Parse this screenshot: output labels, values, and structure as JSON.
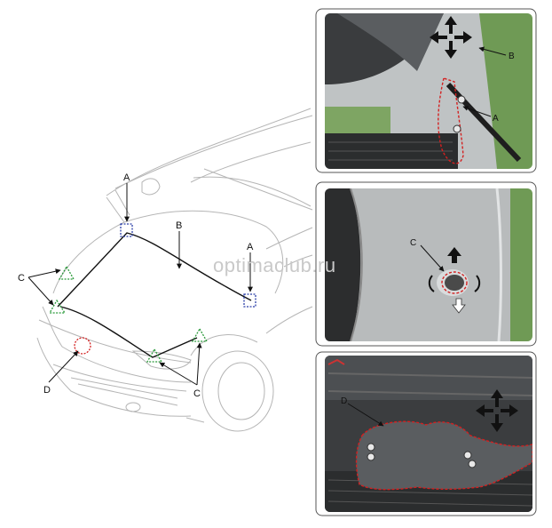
{
  "watermark": "optimaclub.ru",
  "main_labels": {
    "a_top": "A",
    "b": "B",
    "a_right": "A",
    "c_left": "C",
    "d": "D",
    "c_bottom": "C"
  },
  "panel1": {
    "label_b": "B",
    "label_a": "A"
  },
  "panel2": {
    "label_c": "C"
  },
  "panel3": {
    "label_d": "D"
  },
  "colors": {
    "marker_a": "#2a3fa8",
    "marker_c": "#2a9a3a",
    "marker_d": "#d42020",
    "outline_red": "#d42020",
    "panel_border": "#555555"
  },
  "icons": [
    "four-way-arrow-icon",
    "rotate-arrow-icon",
    "push-arrow-icon"
  ]
}
